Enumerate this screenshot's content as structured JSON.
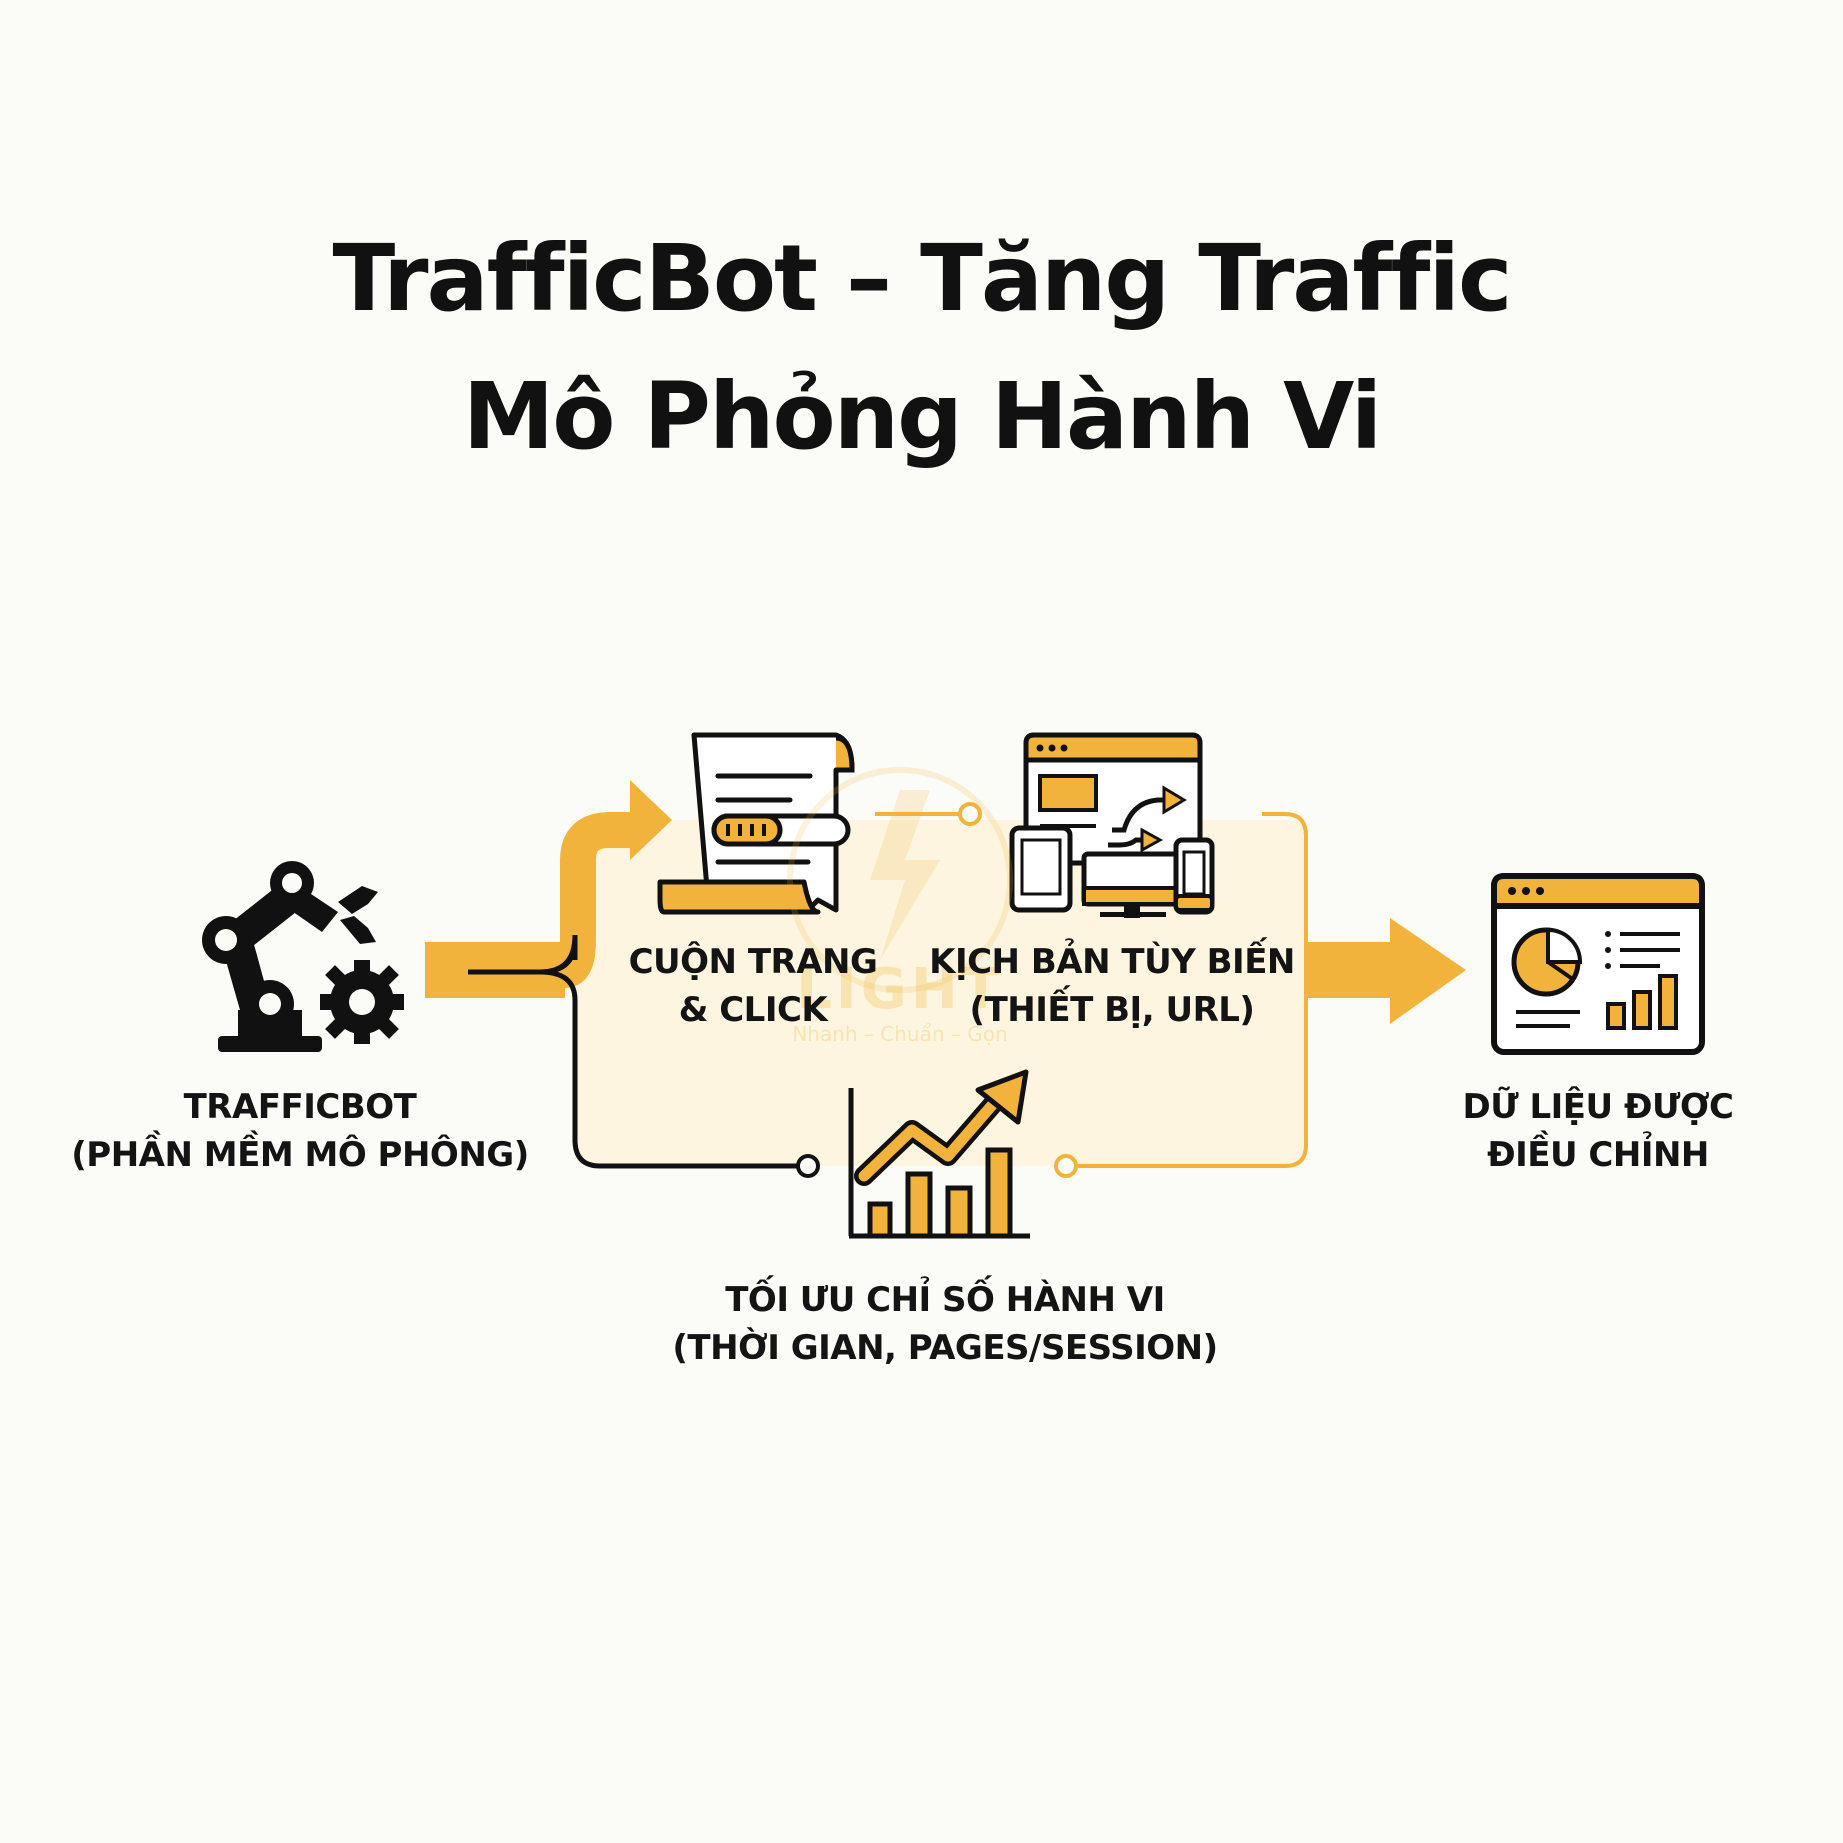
{
  "title": {
    "line1": "TrafficBot – Tăng Traffic",
    "line2": "Mô Phỏng Hành Vi"
  },
  "nodes": {
    "trafficbot": {
      "line1": "TRAFFICBOT",
      "line2": "(PHẦN MỀM MÔ PHÔNG)",
      "icon": "robot-arm-gear-icon"
    },
    "scroll_click": {
      "line1": "CUỘN TRANG",
      "line2": "& CLICK",
      "icon": "scroll-document-icon"
    },
    "custom_script": {
      "line1": "KỊCH BẢN TÙY BIẾN",
      "line2": "(THIẾT BỊ, URL)",
      "icon": "multi-device-icon"
    },
    "optimize": {
      "line1": "TỐI ƯU CHỈ SỐ HÀNH VI",
      "line2": "(THỜI GIAN, PAGES/SESSION)",
      "icon": "growth-chart-icon"
    },
    "result": {
      "line1": "DỮ LIỆU ĐƯỢC",
      "line2": "ĐIỀU CHỈNH",
      "icon": "analytics-dashboard-icon"
    }
  },
  "watermark": {
    "brand": "LIGHT",
    "tagline": "Nhanh – Chuẩn – Gọn"
  },
  "colors": {
    "accent": "#f2b33d",
    "accent_light": "#fdf4dc",
    "ink": "#111111",
    "background": "#fbfbf7"
  }
}
